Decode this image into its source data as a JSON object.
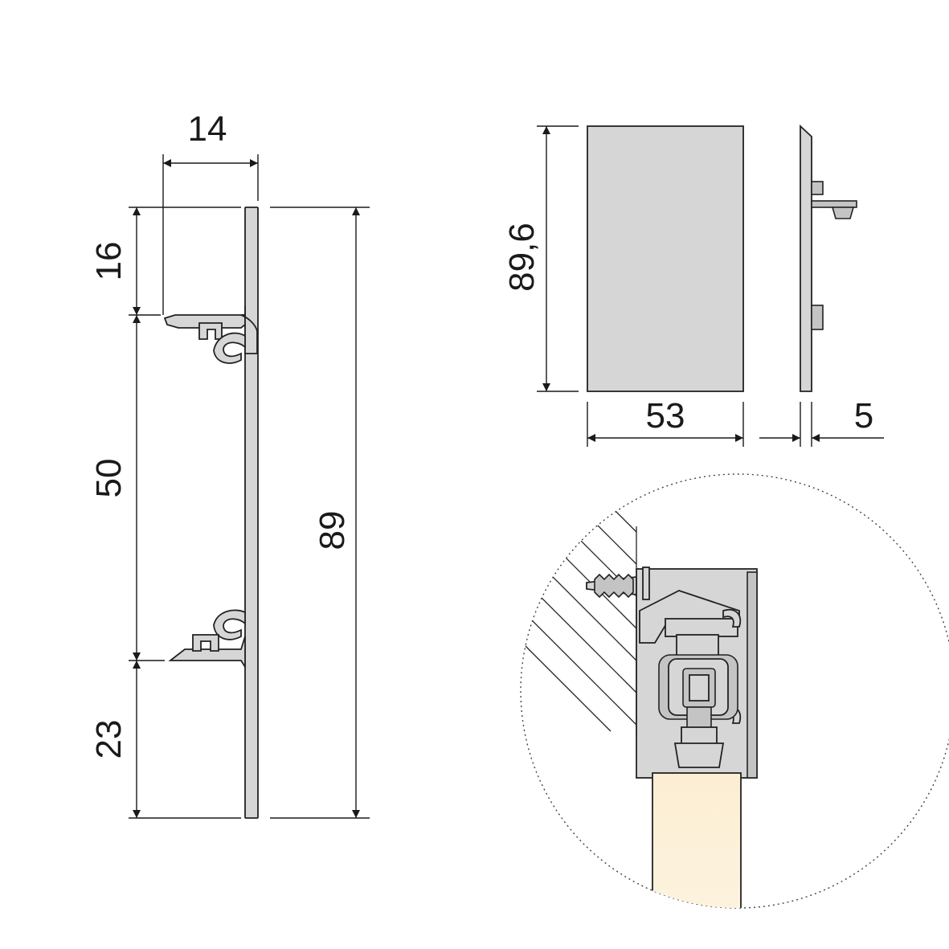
{
  "colors": {
    "line": "#1a1a1a",
    "part_fill": "#d6d6d6",
    "wood_fill": "#fbeed3",
    "background": "#ffffff"
  },
  "profile_section": {
    "dim_width": "14",
    "dim_top": "16",
    "dim_middle": "50",
    "dim_bottom": "23",
    "dim_total": "89"
  },
  "end_cap": {
    "dim_height": "89,6",
    "dim_width": "53",
    "dim_thickness": "5"
  },
  "detail_view": {
    "circle_style": "dotted",
    "hatch": "wall-section"
  }
}
